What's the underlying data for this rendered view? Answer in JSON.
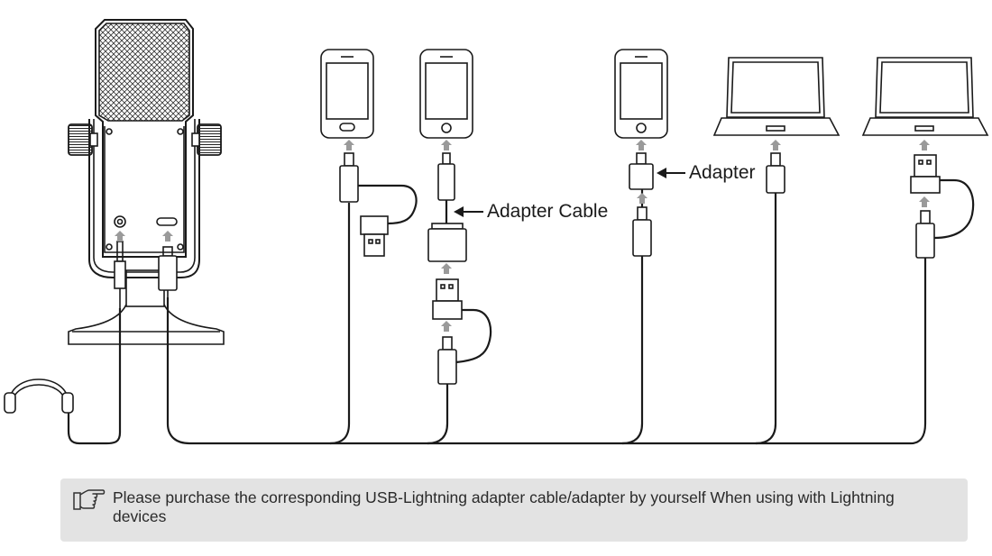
{
  "labels": {
    "adapter_cable": "Adapter Cable",
    "adapter": "Adapter"
  },
  "note": {
    "icon": "pointing-hand-icon",
    "text": "Please purchase the corresponding USB-Lightning adapter cable/adapter by yourself When using with Lightning devices"
  },
  "colors": {
    "line": "#1a1a1a",
    "arrow": "#9a9a9a",
    "note_background": "#e3e3e3"
  }
}
